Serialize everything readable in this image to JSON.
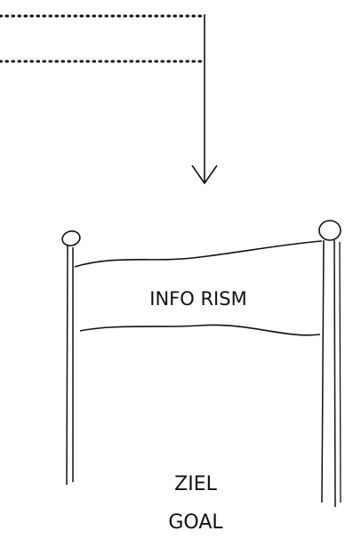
{
  "banner": {
    "text": "INFO RISM"
  },
  "finish": {
    "line1": "ZIEL",
    "line2": "GOAL"
  }
}
